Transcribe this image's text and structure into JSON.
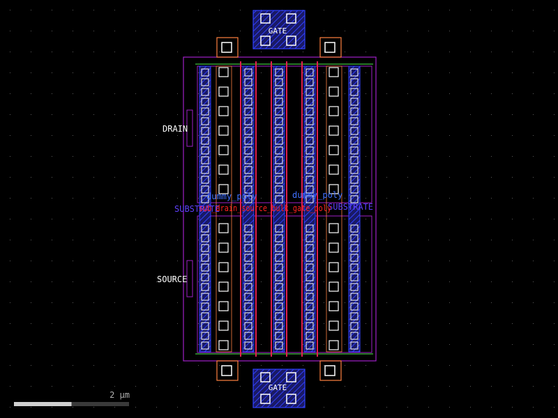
{
  "labels": {
    "gate_top": "GATE",
    "gate_bottom": "GATE",
    "drain": "DRAIN",
    "source": "SOURCE",
    "substrate_left": "SUBSTRATE",
    "substrate_right": "SUBSTRATE",
    "dummy_poly_left": "dummy_poly",
    "dummy_poly_right": "dummy_poly",
    "overlapping_red_labels": "sub_drain_source_bulk_gate_poly"
  },
  "scale_bar": {
    "label": "2 µm",
    "fill_fraction": 0.5
  },
  "colors": {
    "background": "#000000",
    "grid_dot": "#5a5a5a",
    "nwell_boundary": "#a020c8",
    "metal1": "#3040ff",
    "poly": "#e02050",
    "contact": "#ffffff",
    "via_frame": "#ff8040",
    "gate_text": "#ffffff",
    "dummy_text": "#4070ff",
    "substrate_text": "#6040ff",
    "red_text": "#ff2020",
    "green_line": "#40c040"
  }
}
